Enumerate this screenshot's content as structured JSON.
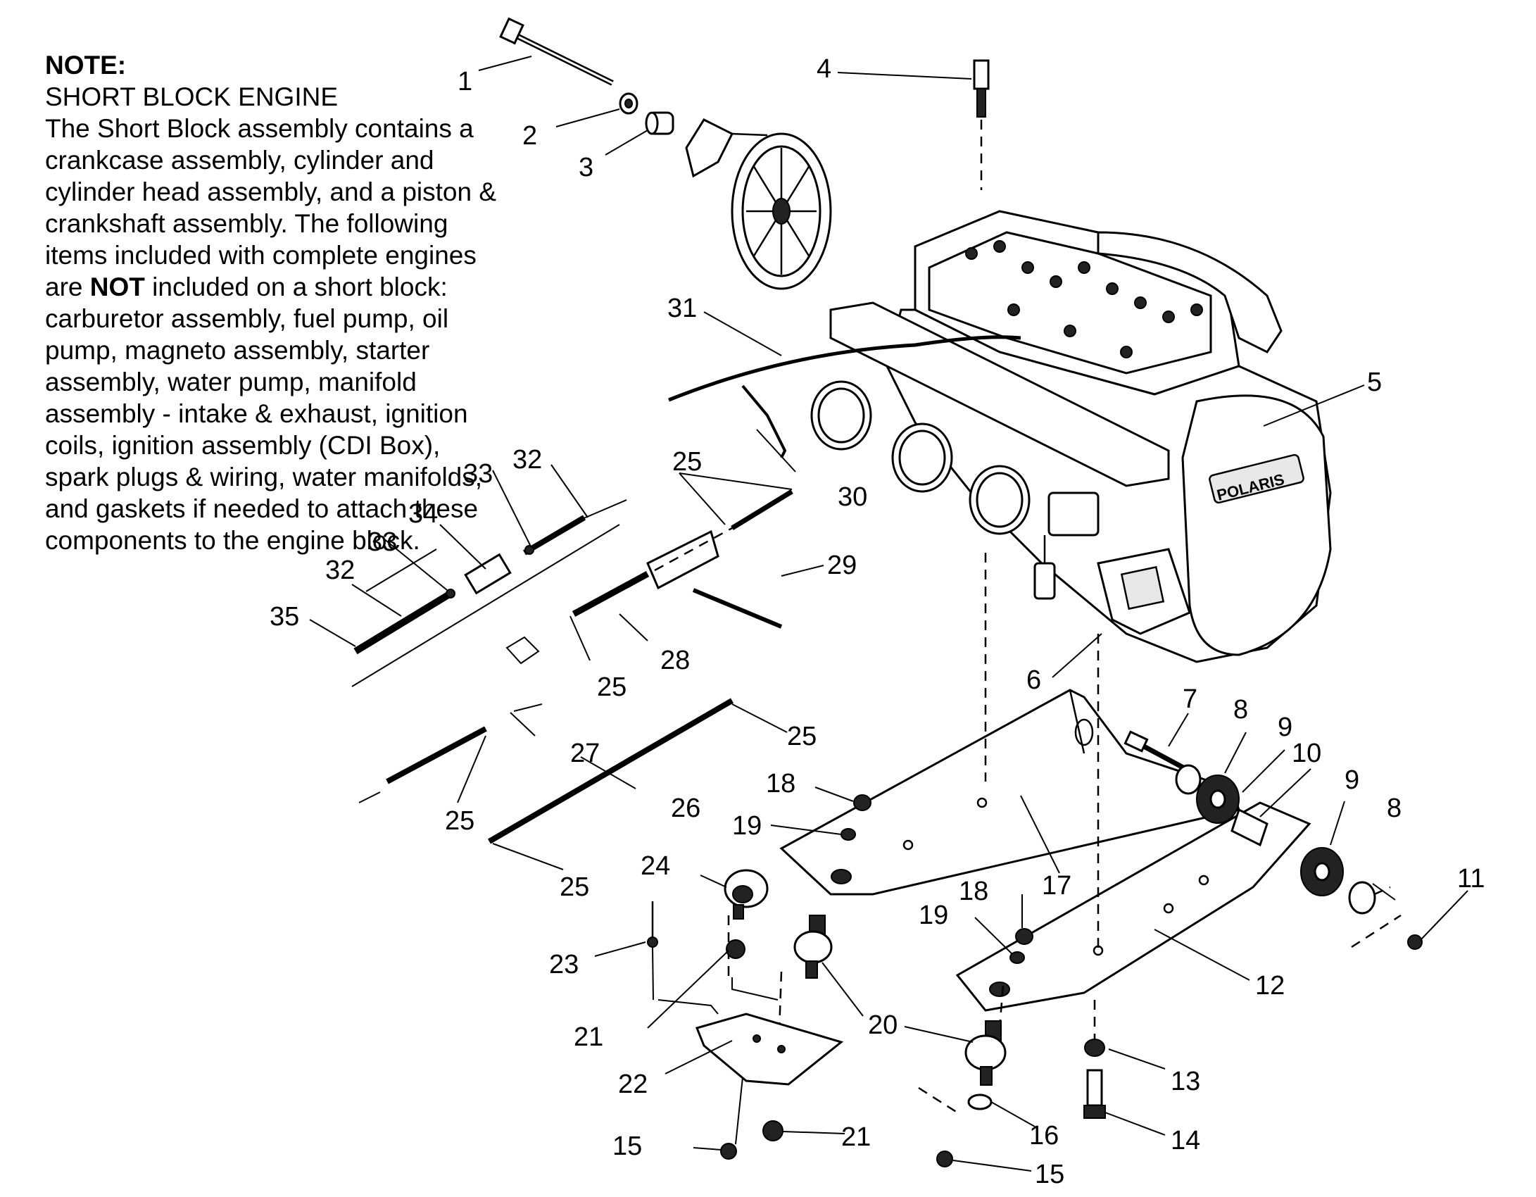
{
  "note": {
    "title": "NOTE:",
    "subtitle": "SHORT BLOCK ENGINE",
    "body_before": "The Short Block assembly contains a crankcase assembly, cylinder and cylinder head assembly, and a piston & crankshaft assembly. The following items included with complete engines are ",
    "body_bold": "NOT",
    "body_after": " included on a short block: carburetor assembly, fuel pump, oil pump, magneto assembly, starter assembly, water pump, manifold assembly - intake & exhaust, ignition coils, ignition assembly (CDI Box), spark plugs & wiring, water manifolds, and gaskets if needed to attach these components to the engine block."
  },
  "callouts": {
    "c1": "1",
    "c2": "2",
    "c3": "3",
    "c4": "4",
    "c5": "5",
    "c6": "6",
    "c7": "7",
    "c8a": "8",
    "c8b": "8",
    "c9a": "9",
    "c9b": "9",
    "c10": "10",
    "c11": "11",
    "c12": "12",
    "c13": "13",
    "c14": "14",
    "c15a": "15",
    "c15b": "15",
    "c16": "16",
    "c17": "17",
    "c18a": "18",
    "c18b": "18",
    "c19a": "19",
    "c19b": "19",
    "c20": "20",
    "c21a": "21",
    "c21b": "21",
    "c22": "22",
    "c23": "23",
    "c24": "24",
    "c25a": "25",
    "c25b": "25",
    "c25c": "25",
    "c25d": "25",
    "c25e": "25",
    "c26": "26",
    "c27": "27",
    "c28": "28",
    "c29": "29",
    "c30": "30",
    "c31": "31",
    "c32a": "32",
    "c32b": "32",
    "c33a": "33",
    "c33b": "33",
    "c34": "34",
    "c35": "35"
  },
  "engine_logo": "POLARIS"
}
